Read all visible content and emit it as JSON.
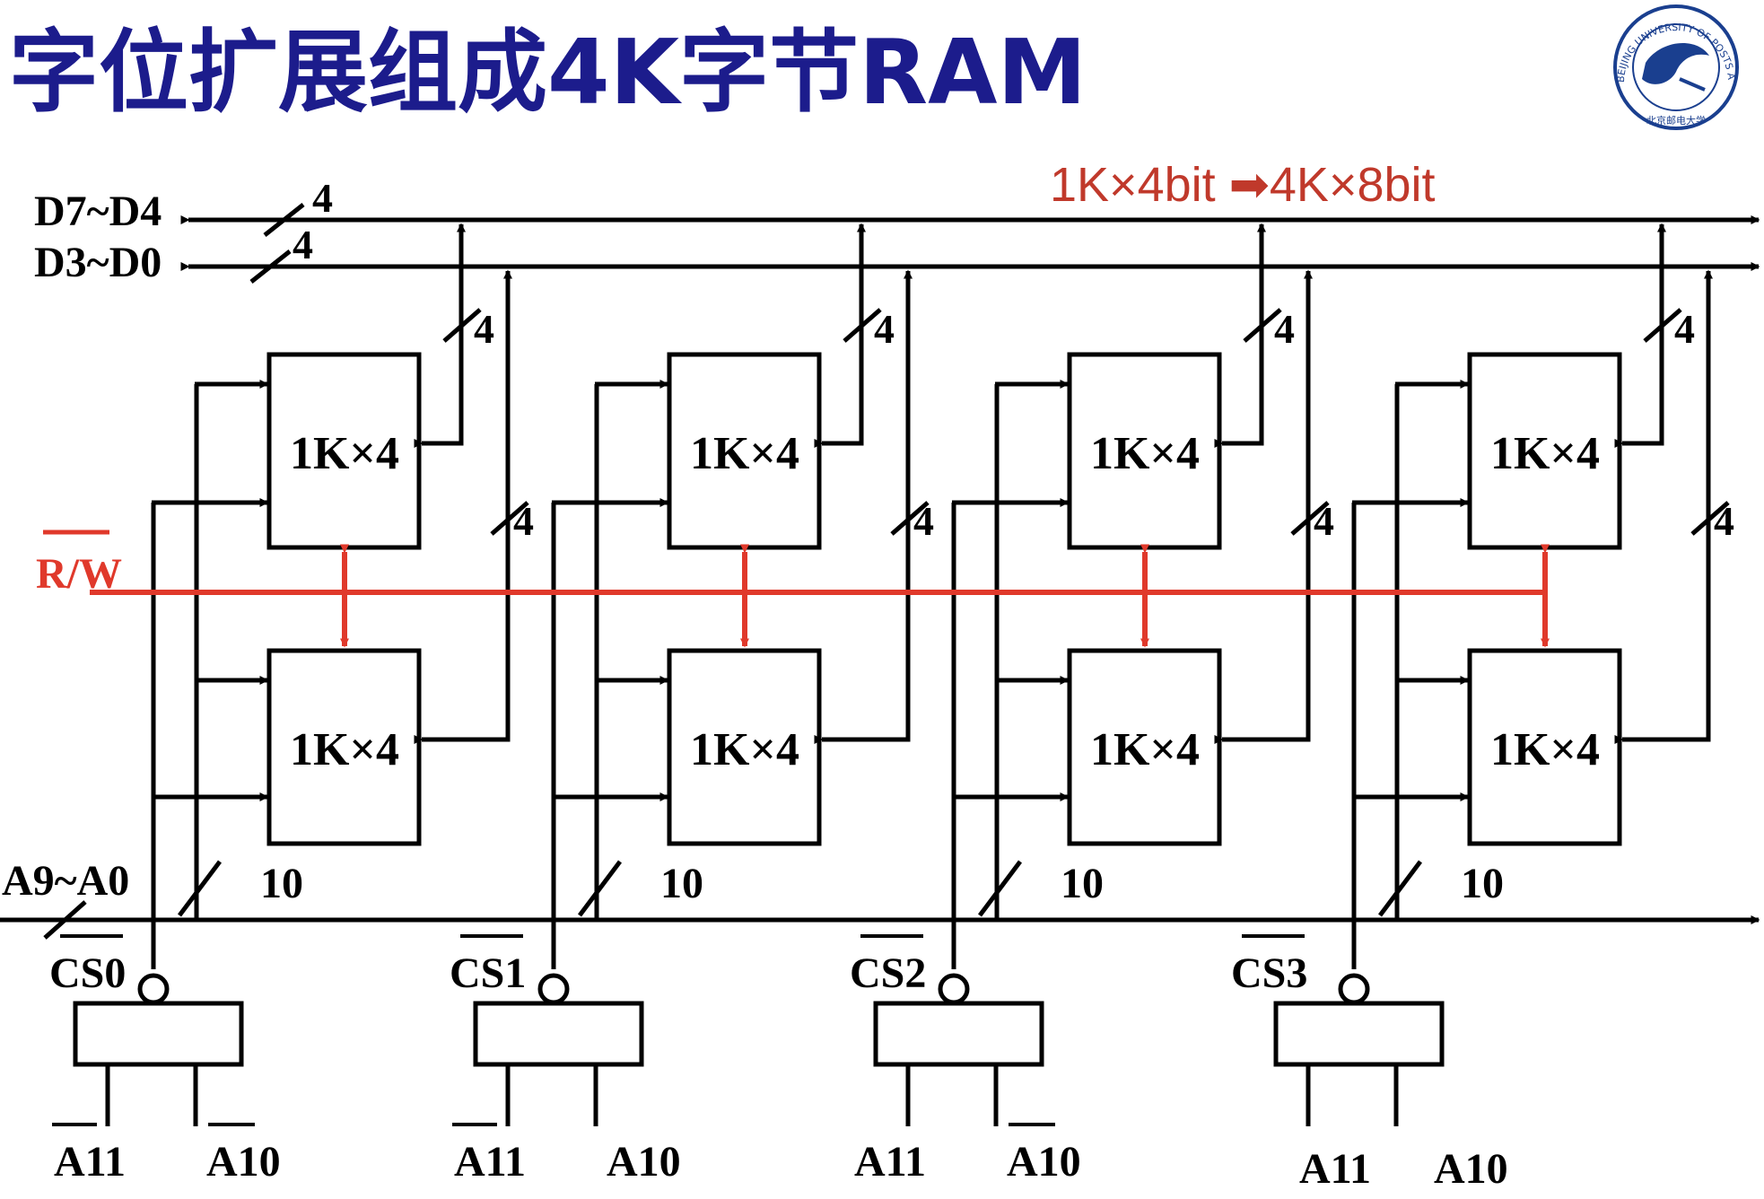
{
  "title": "字位扩展组成4K字节RAM",
  "conversion_note": "1K×4bit ➡4K×8bit",
  "logo": {
    "name": "university-seal",
    "ring_text": "BEIJING UNIVERSITY OF POSTS AND TELECOMMUNICATIONS",
    "inner_text": "北京邮电大学"
  },
  "buses": {
    "high_data": {
      "label": "D7~D4",
      "width": "4"
    },
    "low_data": {
      "label": "D3~D0",
      "width": "4"
    },
    "address": {
      "label": "A9~A0"
    },
    "rw": {
      "label": "R/W"
    }
  },
  "groups": [
    {
      "top_chip": "1K×4",
      "bottom_chip": "1K×4",
      "addr_width": "10",
      "top_data_width": "4",
      "bottom_data_width": "4",
      "cs_label": "CS0",
      "a11_label": "A11",
      "a10_label": "A10",
      "a11_inverted": true,
      "a10_inverted": true
    },
    {
      "top_chip": "1K×4",
      "bottom_chip": "1K×4",
      "addr_width": "10",
      "top_data_width": "4",
      "bottom_data_width": "4",
      "cs_label": "CS1",
      "a11_label": "A11",
      "a10_label": "A10",
      "a11_inverted": true,
      "a10_inverted": false
    },
    {
      "top_chip": "1K×4",
      "bottom_chip": "1K×4",
      "addr_width": "10",
      "top_data_width": "4",
      "bottom_data_width": "4",
      "cs_label": "CS2",
      "a11_label": "A11",
      "a10_label": "A10",
      "a11_inverted": false,
      "a10_inverted": true
    },
    {
      "top_chip": "1K×4",
      "bottom_chip": "1K×4",
      "addr_width": "10",
      "top_data_width": "4",
      "bottom_data_width": "4",
      "cs_label": "CS3",
      "a11_label": "A11",
      "a10_label": "A10",
      "a11_inverted": false,
      "a10_inverted": false
    }
  ],
  "colors": {
    "title": "#1c1c8c",
    "wire": "#000000",
    "rw": "#e0392b",
    "note": "#c0392b"
  }
}
